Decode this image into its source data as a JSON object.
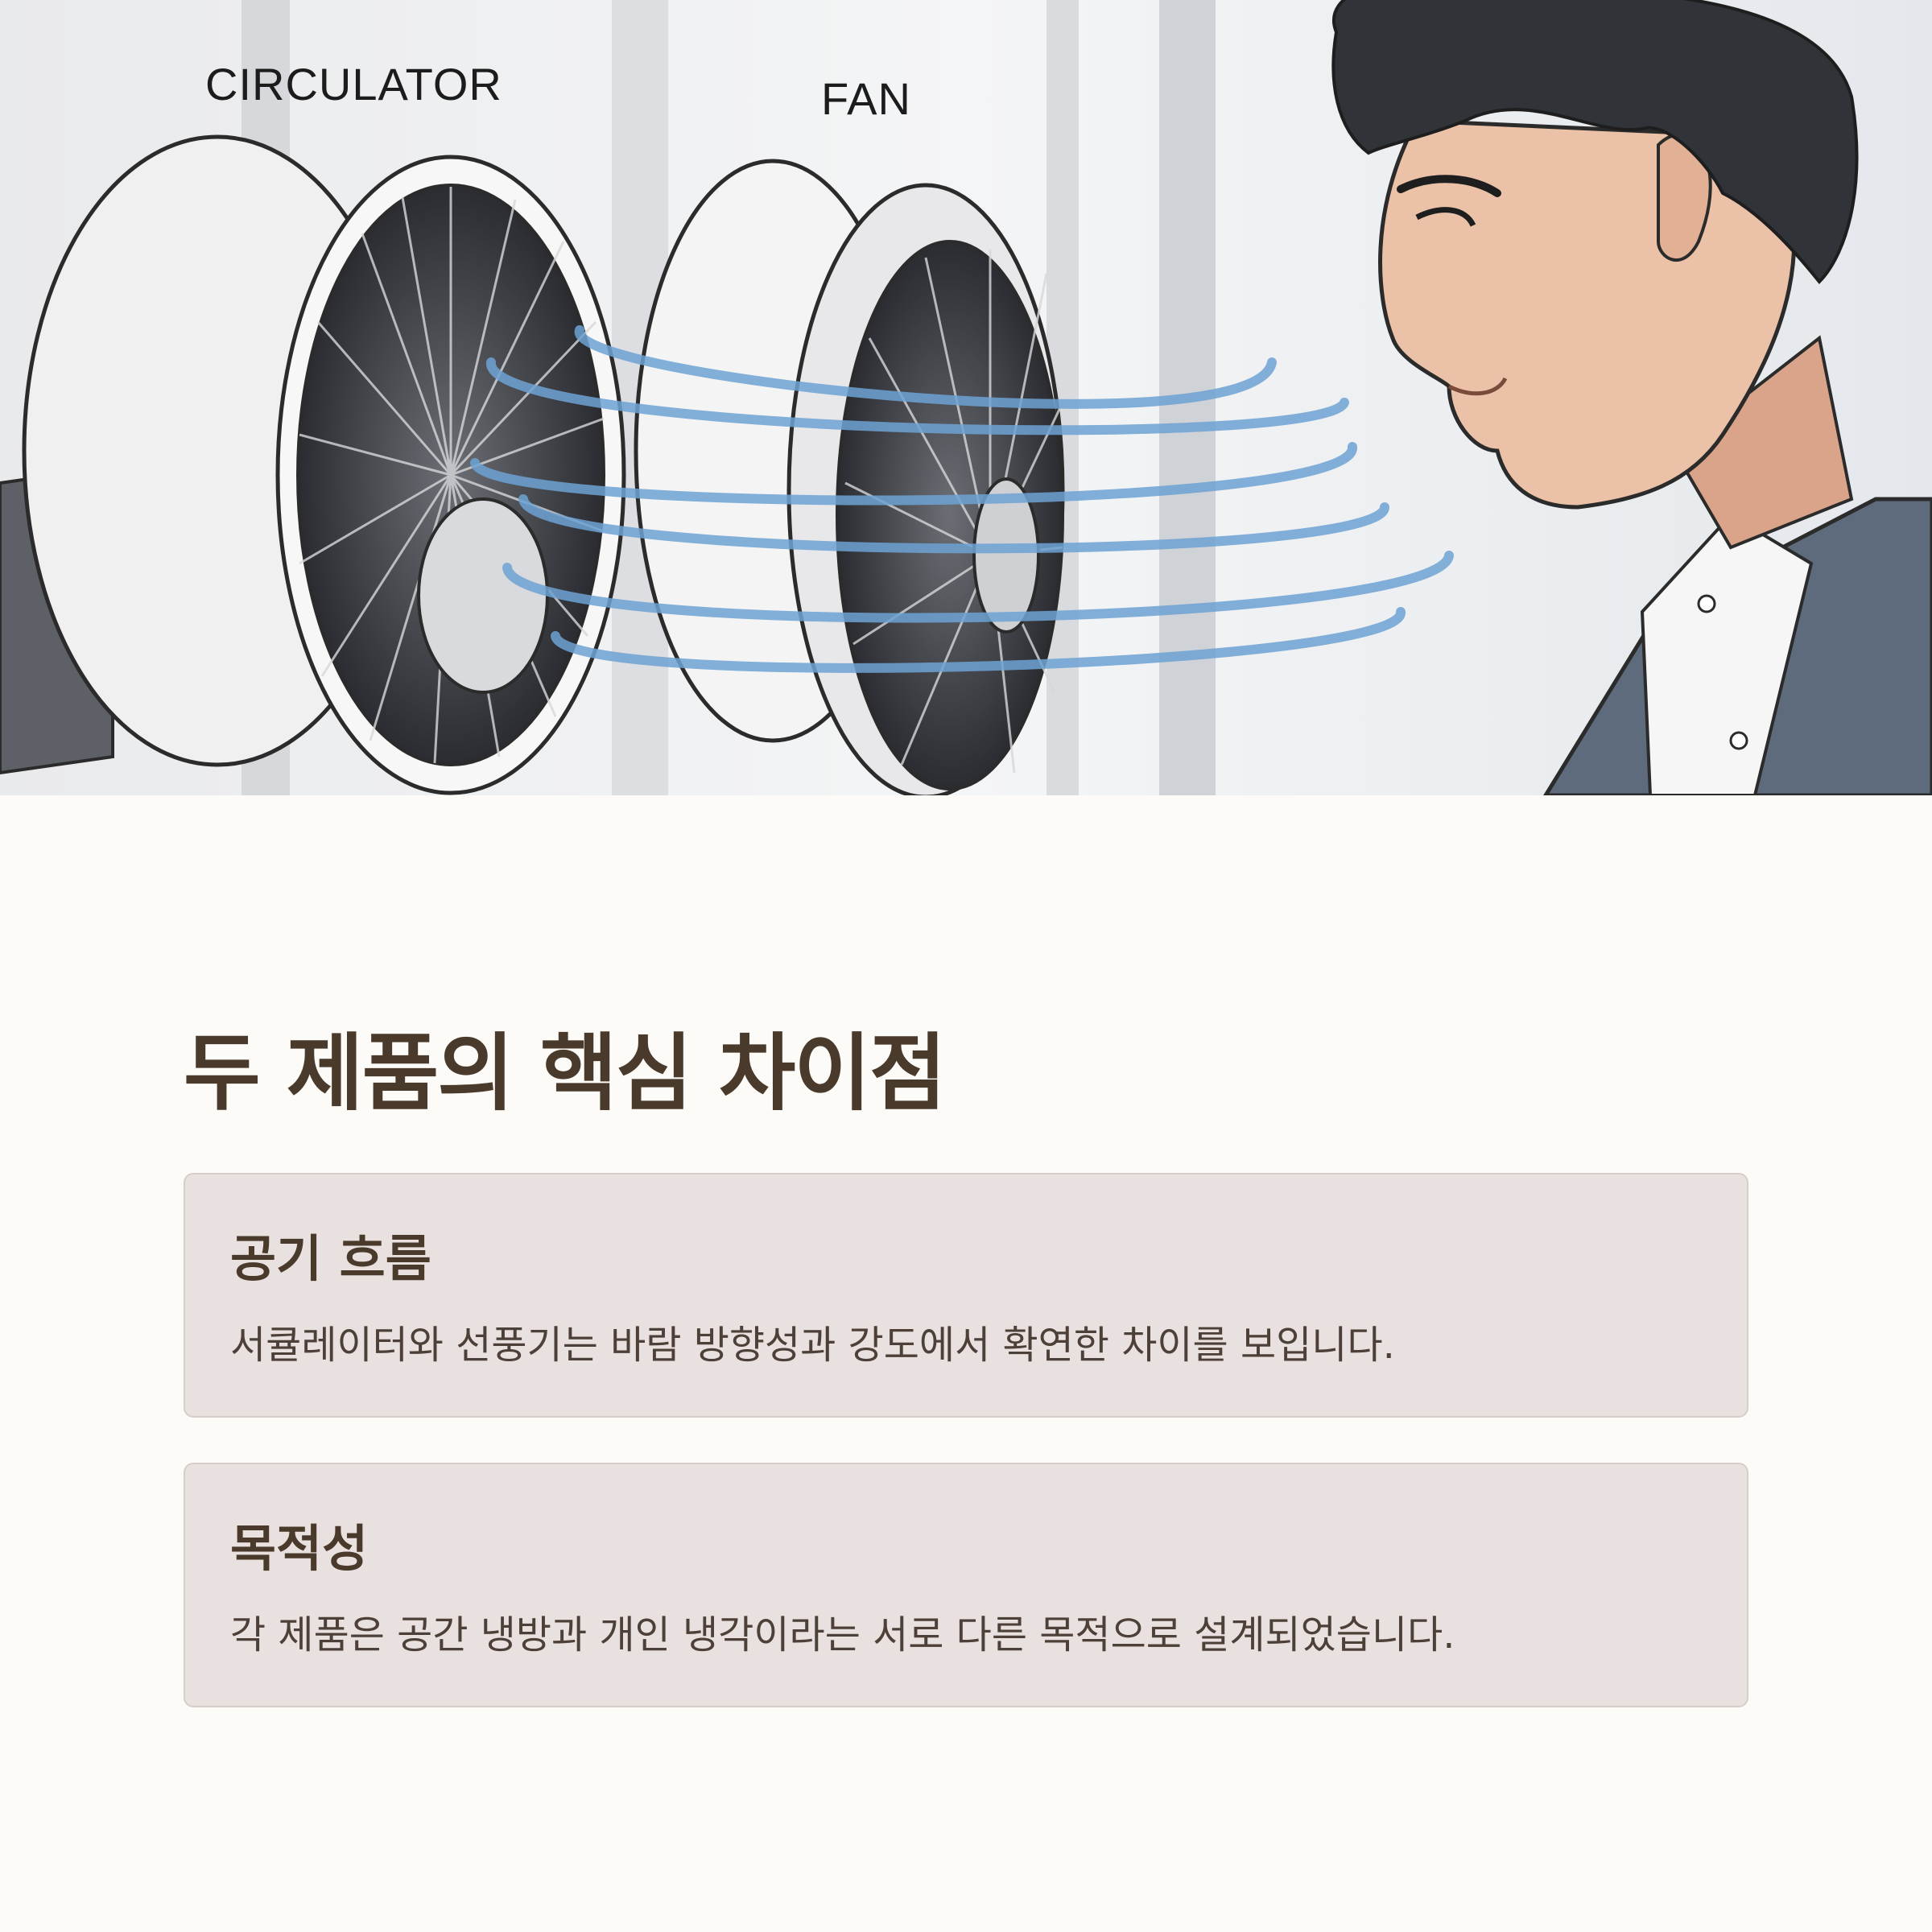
{
  "hero": {
    "label_circulator": "CIRCULATOR",
    "label_fan": "FAN",
    "airflow_color": "#6ea3d4"
  },
  "section": {
    "title": "두 제품의 핵심 차이점",
    "cards": [
      {
        "title": "공기 흐름",
        "text": "서큘레이터와 선풍기는 바람 방향성과 강도에서 확연한 차이를 보입니다."
      },
      {
        "title": "목적성",
        "text": "각 제품은 공간 냉방과 개인 냉각이라는 서로 다른 목적으로 설계되었습니다."
      }
    ]
  },
  "colors": {
    "background": "#fdfbf8",
    "card_background": "#e9e1df",
    "title_text": "#4a3a2b"
  }
}
